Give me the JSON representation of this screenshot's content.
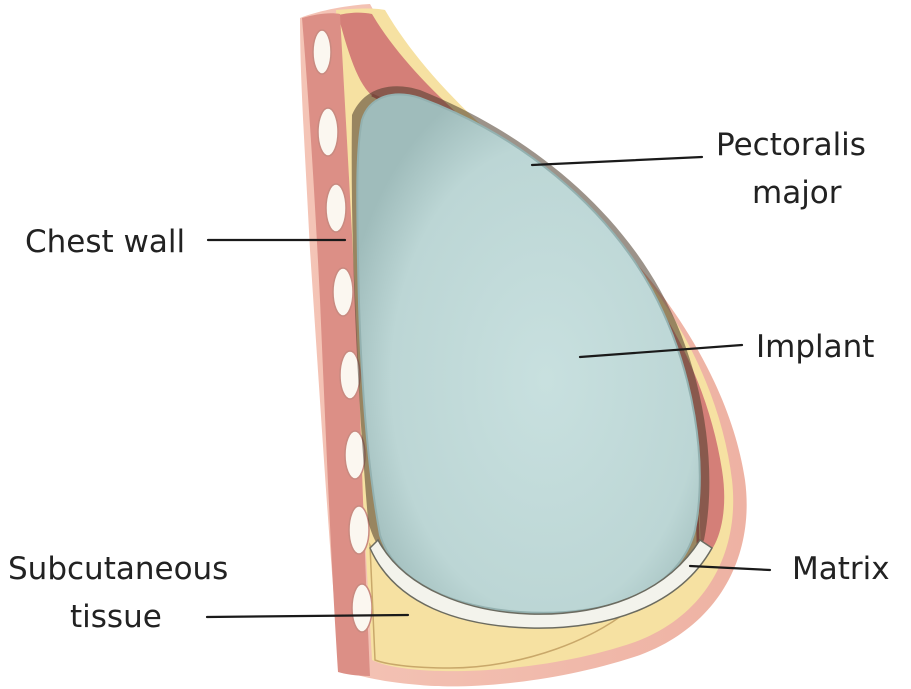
{
  "labels": {
    "chest_wall": "Chest wall",
    "pectoralis_line1": "Pectoralis",
    "pectoralis_line2": "major",
    "implant": "Implant",
    "subcutaneous_line1": "Subcutaneous",
    "subcutaneous_line2": "tissue",
    "matrix": "Matrix"
  },
  "colors": {
    "skin": "#f0b6a8",
    "fat": "#f6e1a2",
    "muscle": "#d47f78",
    "muscle_dark": "#c4645e",
    "implant": "#bfd9d8",
    "implant_edge": "#93b1b0",
    "rib": "#fbf7f0",
    "matrix": "#f3f3ec",
    "shadow": "#4a3a2a"
  }
}
